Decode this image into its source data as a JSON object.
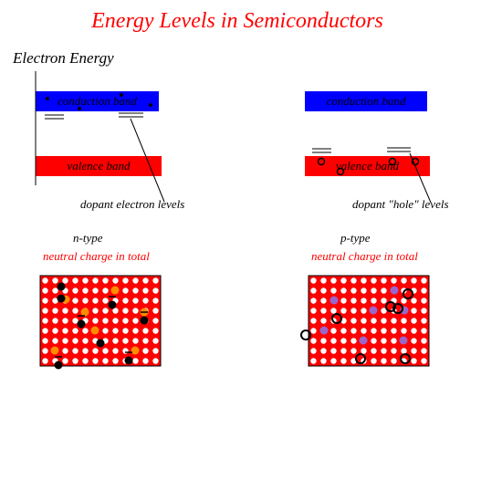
{
  "title": "Energy Levels in Semiconductors",
  "axis_label": "Electron Energy",
  "left_diagram": {
    "conduction_label": "conduction band",
    "valence_label": "valence band",
    "caption": "dopant electron levels",
    "type_label": "n-type",
    "neutral_label": "neutral charge in total"
  },
  "right_diagram": {
    "conduction_label": "conduction band",
    "valence_label": "valence band",
    "caption": "dopant \"hole\" levels",
    "type_label": "p-type",
    "neutral_label": "neutral charge in total"
  },
  "colors": {
    "conduction_band": "#0000ff",
    "valence_band": "#ff0000",
    "lattice_atom": "#ffffff",
    "lattice_bg": "#ff0000",
    "donor_ion": "#ff8c00",
    "acceptor_ion": "#9966cc",
    "electron": "#000000",
    "hole": "#000000"
  }
}
